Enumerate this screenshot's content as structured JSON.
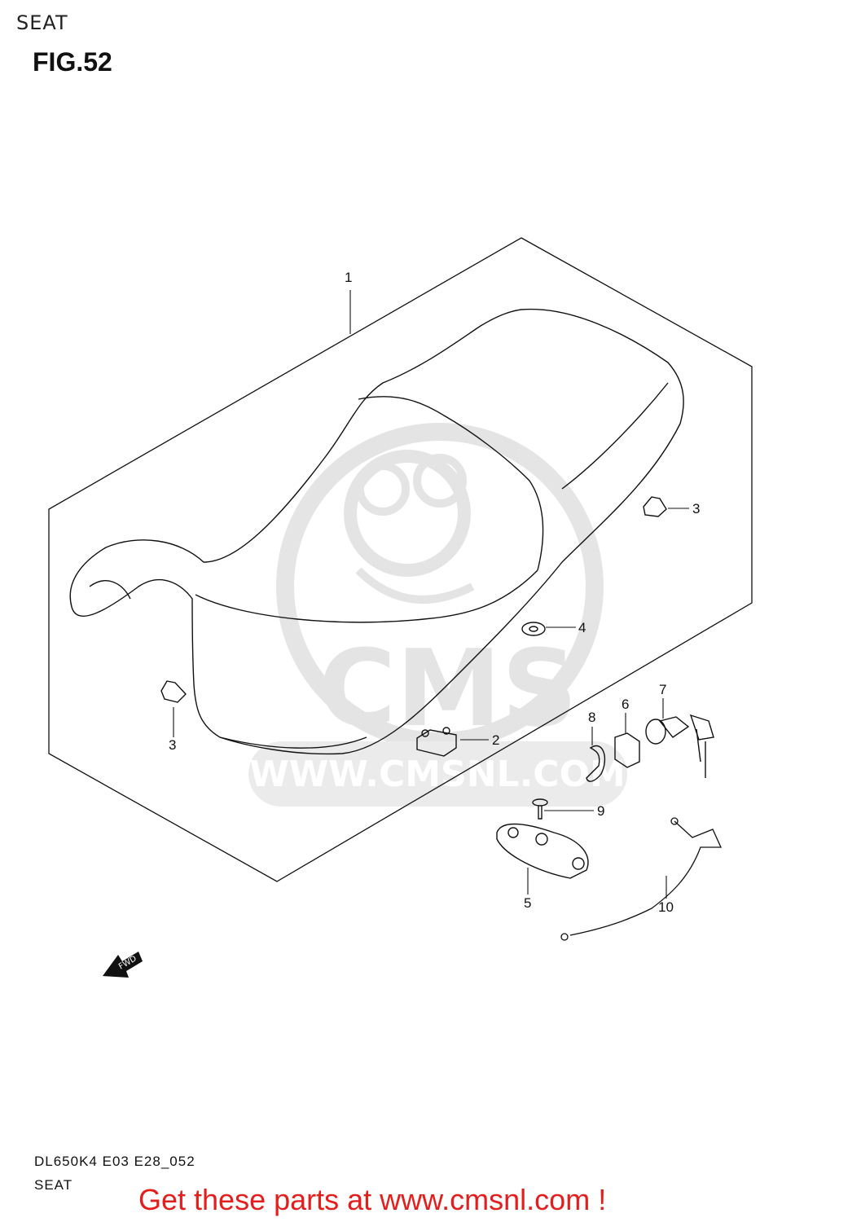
{
  "header": {
    "section": "SEAT",
    "figure": "FIG.52"
  },
  "callouts": [
    {
      "ref": "seat",
      "label": "1"
    },
    {
      "ref": "bracket-2",
      "label": "2"
    },
    {
      "ref": "cushion-3-right",
      "label": "3"
    },
    {
      "ref": "cushion-3-left",
      "label": "3"
    },
    {
      "ref": "nut-4",
      "label": "4"
    },
    {
      "ref": "lock-plate-5",
      "label": "5"
    },
    {
      "ref": "clip-6",
      "label": "6"
    },
    {
      "ref": "lock-7",
      "label": "7"
    },
    {
      "ref": "spring-8",
      "label": "8"
    },
    {
      "ref": "screw-9",
      "label": "9"
    },
    {
      "ref": "cable-10",
      "label": "10"
    }
  ],
  "fwd_arrow": {
    "label": "FWD"
  },
  "watermark": {
    "brand": "CMS",
    "url": "WWW.CMSNL.COM"
  },
  "footer": {
    "code": "DL650K4 E03 E28_052",
    "name": "SEAT",
    "promo": "Get these parts at www.cmsnl.com !"
  },
  "colors": {
    "line": "#111111",
    "promo": "#e41d1d",
    "watermark": "#cfcfcf"
  }
}
